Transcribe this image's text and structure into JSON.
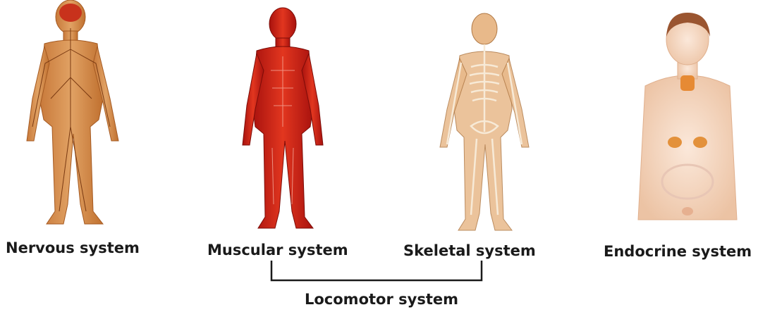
{
  "systems": [
    {
      "label": "Nervous system",
      "icon": "nervous-system-figure",
      "color": "#d9944f"
    },
    {
      "label": "Muscular system",
      "icon": "muscular-system-figure",
      "color": "#d32019"
    },
    {
      "label": "Skeletal system",
      "icon": "skeletal-system-figure",
      "color": "#e0b07e"
    },
    {
      "label": "Endocrine system",
      "icon": "endocrine-system-figure",
      "color": "#f6dcc9"
    }
  ],
  "group": {
    "label": "Locomotor system"
  }
}
